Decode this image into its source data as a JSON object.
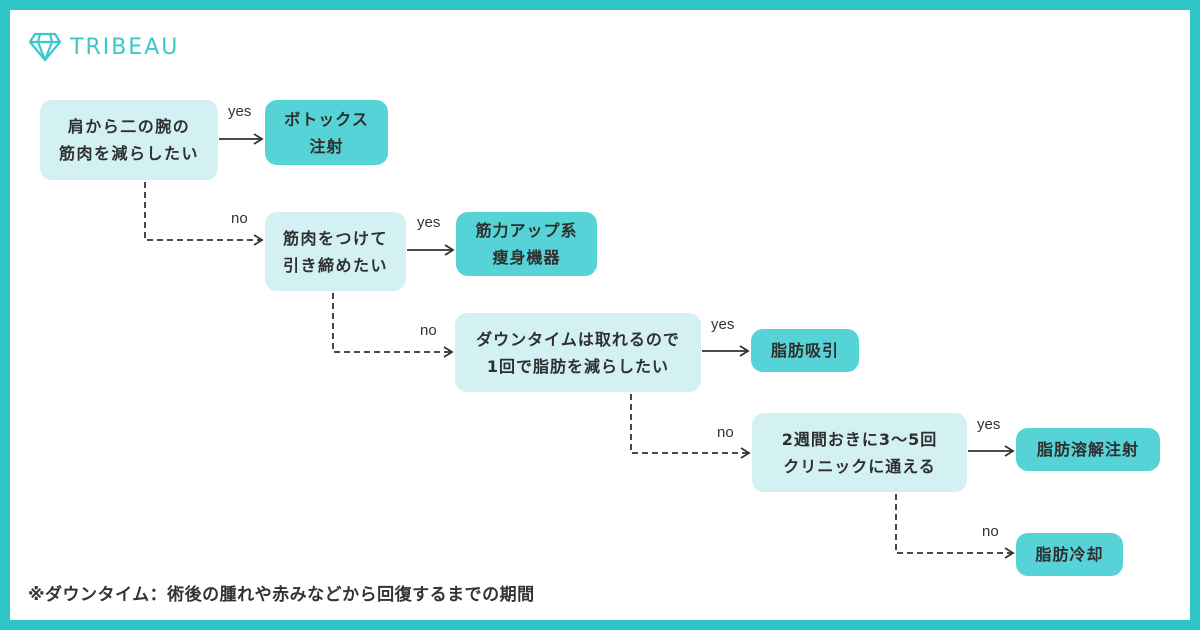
{
  "brand": {
    "name": "TRIBEAU",
    "logo_icon": "diamond-icon",
    "frame_color": "#2ec4c8",
    "question_color": "#d3f1f3",
    "answer_color": "#55d3d6"
  },
  "flow": {
    "questions": [
      {
        "id": "q1",
        "text": "肩から二の腕の\n筋肉を減らしたい"
      },
      {
        "id": "q2",
        "text": "筋肉をつけて\n引き締めたい"
      },
      {
        "id": "q3",
        "text": "ダウンタイムは取れるので\n1回で脂肪を減らしたい"
      },
      {
        "id": "q4",
        "text": "2週間おきに3〜5回\nクリニックに通える"
      }
    ],
    "answers": [
      {
        "id": "a1",
        "text": "ボトックス\n注射"
      },
      {
        "id": "a2",
        "text": "筋力アップ系\n痩身機器"
      },
      {
        "id": "a3",
        "text": "脂肪吸引"
      },
      {
        "id": "a4",
        "text": "脂肪溶解注射"
      },
      {
        "id": "a5",
        "text": "脂肪冷却"
      }
    ],
    "edges": [
      {
        "from": "q1",
        "to": "a1",
        "label": "yes",
        "style": "solid"
      },
      {
        "from": "q1",
        "to": "q2",
        "label": "no",
        "style": "dashed"
      },
      {
        "from": "q2",
        "to": "a2",
        "label": "yes",
        "style": "solid"
      },
      {
        "from": "q2",
        "to": "q3",
        "label": "no",
        "style": "dashed"
      },
      {
        "from": "q3",
        "to": "a3",
        "label": "yes",
        "style": "solid"
      },
      {
        "from": "q3",
        "to": "q4",
        "label": "no",
        "style": "dashed"
      },
      {
        "from": "q4",
        "to": "a4",
        "label": "yes",
        "style": "solid"
      },
      {
        "from": "q4",
        "to": "a5",
        "label": "no",
        "style": "dashed"
      }
    ]
  },
  "footnote": "※ダウンタイム：術後の腫れや赤みなどから回復するまでの期間"
}
